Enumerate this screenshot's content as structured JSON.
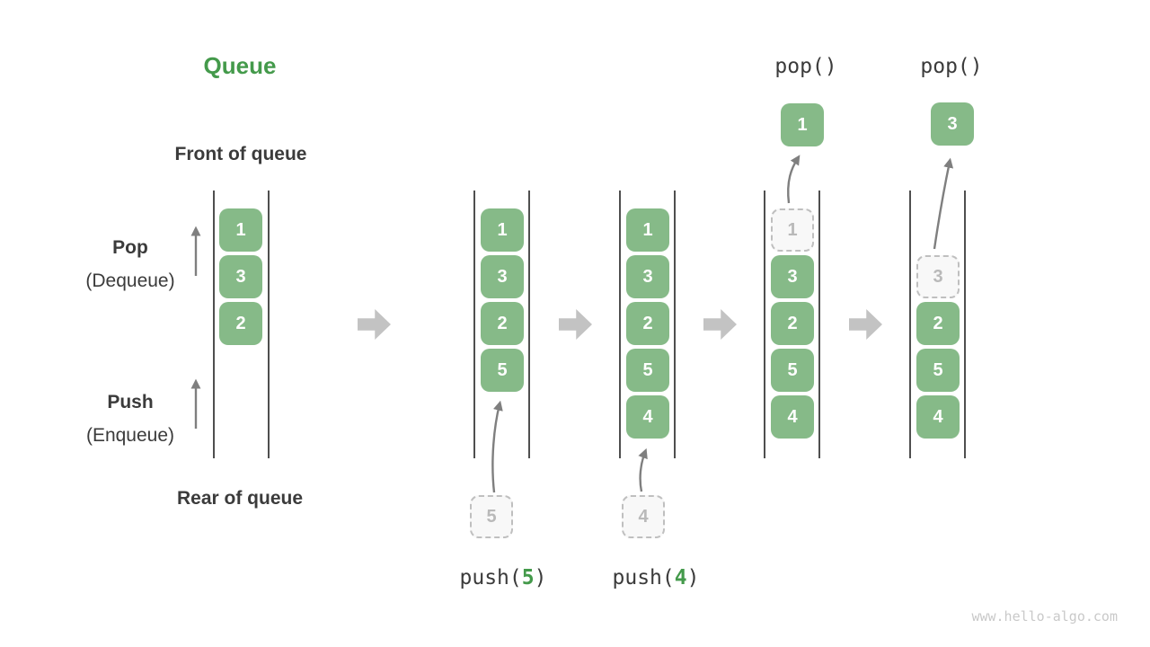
{
  "title": "Queue",
  "labels": {
    "front": "Front of queue",
    "rear": "Rear of queue",
    "pop": "Pop",
    "pop_sub": "(Dequeue)",
    "push": "Push",
    "push_sub": "(Enqueue)"
  },
  "columns": [
    {
      "boxes": [
        "1",
        "3",
        "2"
      ]
    },
    {
      "boxes": [
        "1",
        "3",
        "2",
        "5"
      ]
    },
    {
      "boxes": [
        "1",
        "3",
        "2",
        "5",
        "4"
      ]
    },
    {
      "boxes": [
        "3",
        "2",
        "5",
        "4"
      ]
    },
    {
      "boxes": [
        "2",
        "5",
        "4"
      ]
    }
  ],
  "ghosts": {
    "pushing_5": "5",
    "pushing_4": "4",
    "popping_1": "1",
    "popping_3": "3"
  },
  "popped": {
    "first": "1",
    "second": "3"
  },
  "operations": {
    "pop_first": "pop()",
    "pop_second": "pop()",
    "push_prefix": "push(",
    "push_suffix": ")",
    "push_arg_5": "5",
    "push_arg_4": "4"
  },
  "watermark": "www.hello-algo.com",
  "colors": {
    "item_green": "#86ba88",
    "accent_green": "#449a4b",
    "text_dark": "#3b3b3b",
    "ghost_gray": "#b9b9b9",
    "thin_arrow_gray": "#7f7f7f",
    "flow_arrow_gray": "#c3c3c3",
    "wall_gray": "#4f4f4f"
  }
}
